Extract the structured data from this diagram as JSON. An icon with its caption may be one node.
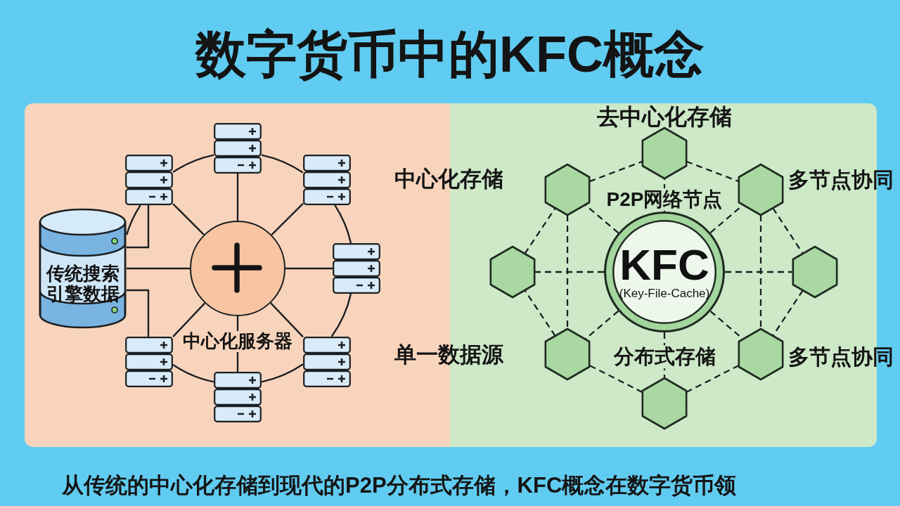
{
  "diagram": {
    "title": "数字货币中的KFC概念",
    "caption": "从传统的中心化存储到现代的P2P分布式存储，KFC概念在数字货币领",
    "nodes": [
      {
        "text": [],
        "shape": "server"
      },
      {
        "text": [],
        "shape": "server"
      },
      {
        "text": [],
        "shape": "server"
      },
      {
        "text": [
          "传统搜索引擎数据"
        ]
      },
      {
        "text": [],
        "shape": "circle",
        "beside": [
          "中心化服务器"
        ]
      },
      {
        "text": [],
        "shape": "server"
      },
      {
        "text": [],
        "shape": "server"
      },
      {
        "text": [],
        "shape": "server"
      },
      {
        "text": [],
        "shape": "server"
      },
      {
        "text": [],
        "shape": "hexagon"
      },
      {
        "text": [],
        "shape": "hexagon"
      },
      {
        "text": [],
        "shape": "hexagon"
      },
      {
        "text": [],
        "shape": "hexagon"
      },
      {
        "text": [
          "KFC",
          "(Key-File-Cache)"
        ]
      },
      {
        "text": [],
        "shape": "hexagon"
      },
      {
        "text": [],
        "shape": "hexagon"
      },
      {
        "text": [],
        "shape": "hexagon"
      },
      {
        "text": [],
        "shape": "hexagon"
      }
    ],
    "edges": [
      {
        "from": 0,
        "to": 2,
        "arrow": "none"
      },
      {
        "from": 2,
        "to": 5,
        "arrow": "none"
      },
      {
        "from": 5,
        "to": 7,
        "arrow": "none"
      },
      {
        "from": 7,
        "to": 8,
        "arrow": "none"
      },
      {
        "from": 8,
        "to": 6,
        "arrow": "none"
      },
      {
        "from": 1,
        "to": 0,
        "arrow": "none"
      },
      {
        "from": 3,
        "to": 1,
        "arrow": "none"
      },
      {
        "from": 4,
        "to": 0,
        "arrow": "none"
      },
      {
        "from": 4,
        "to": 2,
        "arrow": "none"
      },
      {
        "from": 4,
        "to": 5,
        "arrow": "none"
      },
      {
        "from": 4,
        "to": 7,
        "arrow": "none"
      },
      {
        "from": 4,
        "to": 8,
        "arrow": "none"
      },
      {
        "from": 4,
        "to": 6,
        "arrow": "none"
      },
      {
        "from": 4,
        "to": 3,
        "arrow": "none"
      },
      {
        "from": 4,
        "to": 1,
        "arrow": "none"
      },
      {
        "from": 3,
        "to": 1,
        "arrow": "none"
      },
      {
        "from": 3,
        "to": 6,
        "arrow": "none"
      },
      {
        "from": 9,
        "to": 11,
        "arrow": "none",
        "style": "dashed"
      },
      {
        "from": 11,
        "to": 14,
        "arrow": "none",
        "style": "dashed"
      },
      {
        "from": 14,
        "to": 16,
        "arrow": "none",
        "style": "dashed"
      },
      {
        "from": 16,
        "to": 17,
        "arrow": "none",
        "style": "dashed"
      },
      {
        "from": 17,
        "to": 15,
        "arrow": "none",
        "style": "dashed"
      },
      {
        "from": 15,
        "to": 12,
        "arrow": "none",
        "style": "dashed"
      },
      {
        "from": 12,
        "to": 10,
        "arrow": "none",
        "style": "dashed"
      },
      {
        "from": 10,
        "to": 9,
        "arrow": "none",
        "style": "dashed"
      },
      {
        "from": 13,
        "to": 9,
        "arrow": "none",
        "style": "dashed"
      },
      {
        "from": 13,
        "to": 10,
        "arrow": "none",
        "style": "dashed"
      },
      {
        "from": 13,
        "to": 11,
        "arrow": "none",
        "style": "dashed"
      },
      {
        "from": 13,
        "to": 12,
        "arrow": "none",
        "style": "dashed"
      },
      {
        "from": 13,
        "to": 14,
        "arrow": "none",
        "style": "dashed"
      },
      {
        "from": 13,
        "to": 15,
        "arrow": "none",
        "style": "dashed"
      },
      {
        "from": 13,
        "to": 16,
        "arrow": "none",
        "style": "dashed"
      },
      {
        "from": 13,
        "to": 17,
        "arrow": "none",
        "style": "dashed"
      },
      {
        "from": 10,
        "to": 15,
        "arrow": "none",
        "style": "dashed"
      },
      {
        "from": 11,
        "to": 16,
        "arrow": "none",
        "style": "dashed"
      }
    ],
    "labels": [
      "去中心化存储",
      "中心化存储",
      "多节点协同",
      "P2P网络节点",
      "单一数据源",
      "分布式存储",
      "多节点协同"
    ]
  }
}
